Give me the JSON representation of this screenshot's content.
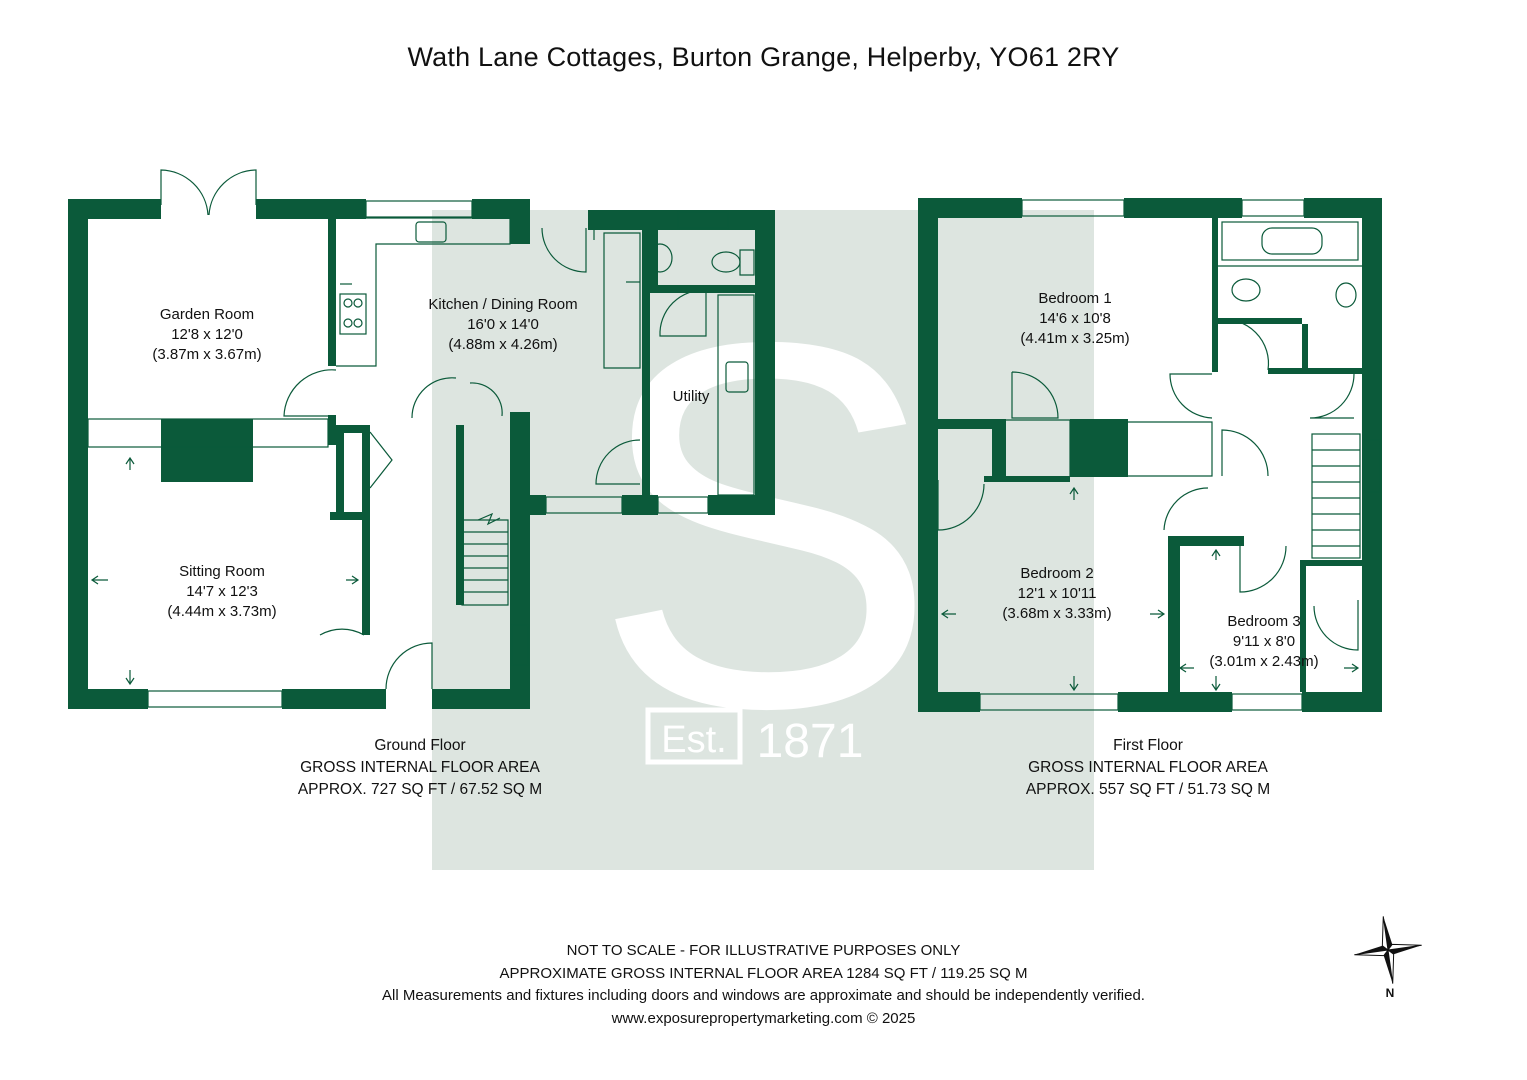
{
  "title": "Wath Lane Cottages, Burton Grange, Helperby, YO61 2RY",
  "colors": {
    "wall": "#0b5a3a",
    "watermark": "#dde5e0",
    "line": "#0b5a3a"
  },
  "watermark": {
    "letter": "S",
    "est_label": "Est.",
    "year": "1871"
  },
  "rooms": [
    {
      "name": "Garden Room",
      "imperial": "12'8 x 12'0",
      "metric": "(3.87m x 3.67m)"
    },
    {
      "name": "Kitchen / Dining Room",
      "imperial": "16'0 x 14'0",
      "metric": "(4.88m x 4.26m)"
    },
    {
      "name": "Utility"
    },
    {
      "name": "Sitting Room",
      "imperial": "14'7 x 12'3",
      "metric": "(4.44m x 3.73m)"
    },
    {
      "name": "Bedroom 1",
      "imperial": "14'6 x 10'8",
      "metric": "(4.41m x 3.25m)"
    },
    {
      "name": "Bedroom 2",
      "imperial": "12'1 x 10'11",
      "metric": "(3.68m x 3.33m)"
    },
    {
      "name": "Bedroom 3",
      "imperial": "9'11 x 8'0",
      "metric": "(3.01m x 2.43m)"
    }
  ],
  "floors": [
    {
      "name": "Ground Floor",
      "area_label": "GROSS INTERNAL FLOOR AREA",
      "area": "APPROX. 727 SQ FT / 67.52 SQ M"
    },
    {
      "name": "First Floor",
      "area_label": "GROSS INTERNAL FLOOR AREA",
      "area": "APPROX. 557 SQ FT / 51.73 SQ M"
    }
  ],
  "footer": {
    "line1": "NOT TO SCALE - FOR ILLUSTRATIVE PURPOSES ONLY",
    "line2": "APPROXIMATE GROSS INTERNAL FLOOR AREA 1284 SQ FT / 119.25 SQ M",
    "line3": "All Measurements and fixtures including doors and windows are approximate and should be independently verified.",
    "line4": "www.exposurepropertymarketing.com © 2025"
  },
  "compass": {
    "label": "N",
    "icon": "compass-rose-icon"
  }
}
